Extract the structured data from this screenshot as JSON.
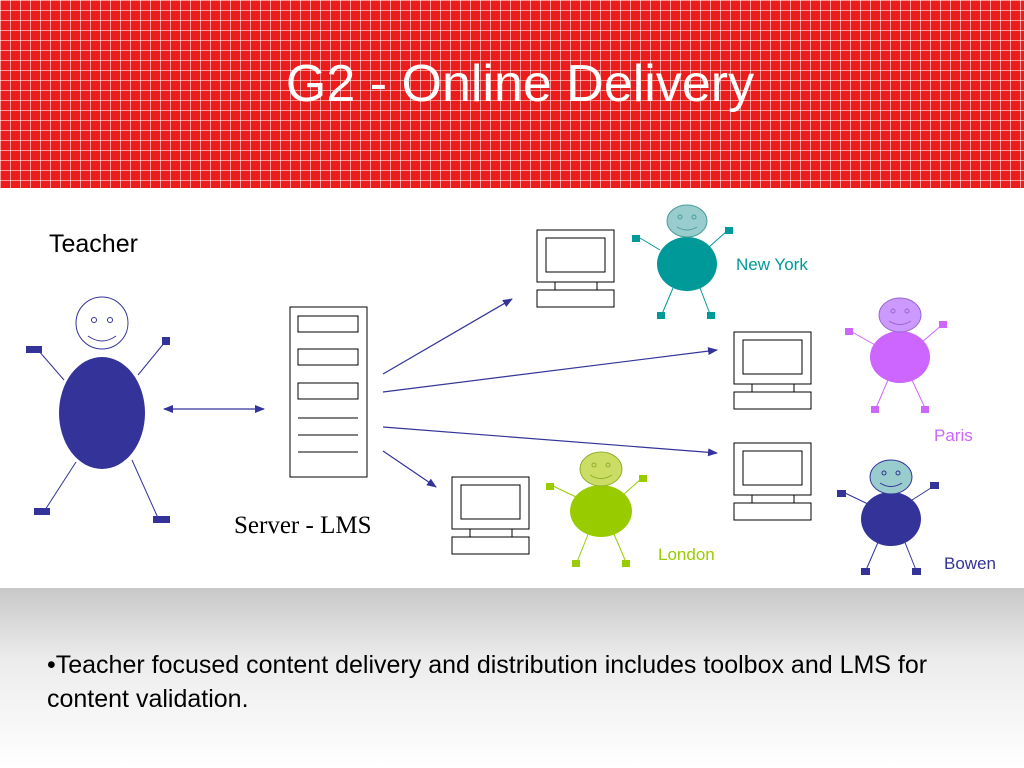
{
  "slide": {
    "title": "G2 - Online Delivery",
    "bullet": "•Teacher focused content delivery and distribution includes toolbox and LMS for content validation."
  },
  "diagram": {
    "teacher_label": "Teacher",
    "server_label": "Server - LMS",
    "clients": [
      {
        "label": "New York",
        "color": "#00999a"
      },
      {
        "label": "Paris",
        "color": "#cc66ff"
      },
      {
        "label": "London",
        "color": "#99cc00"
      },
      {
        "label": "Bowen",
        "color": "#333399"
      }
    ]
  },
  "colors": {
    "header_red": "#ec1c1c",
    "teacher_body": "#333399",
    "arrow": "#333399"
  }
}
